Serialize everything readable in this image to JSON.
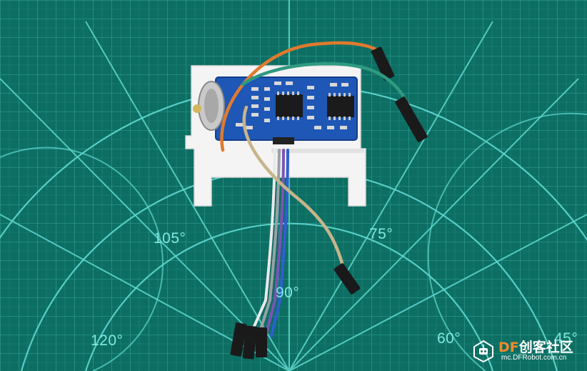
{
  "scene": {
    "description_colors": {
      "mat": "#0d6e63",
      "grid": "#2aa89a",
      "protractor": "#5fd9d0",
      "board": "#1e57b5",
      "acrylic": "#f2f2f2",
      "wire_orange": "#e07a2e",
      "wire_green": "#2f9a80",
      "wire_tan": "#c8b48a"
    },
    "angle_labels": [
      "105°",
      "75°",
      "120°",
      "90°",
      "60°",
      "45°"
    ]
  },
  "watermark": {
    "brand_df": "DF",
    "brand_rest": "创客社区",
    "url": "mc.DFRobot.com.cn",
    "logo_icon": "dfrobot-robot-icon"
  }
}
